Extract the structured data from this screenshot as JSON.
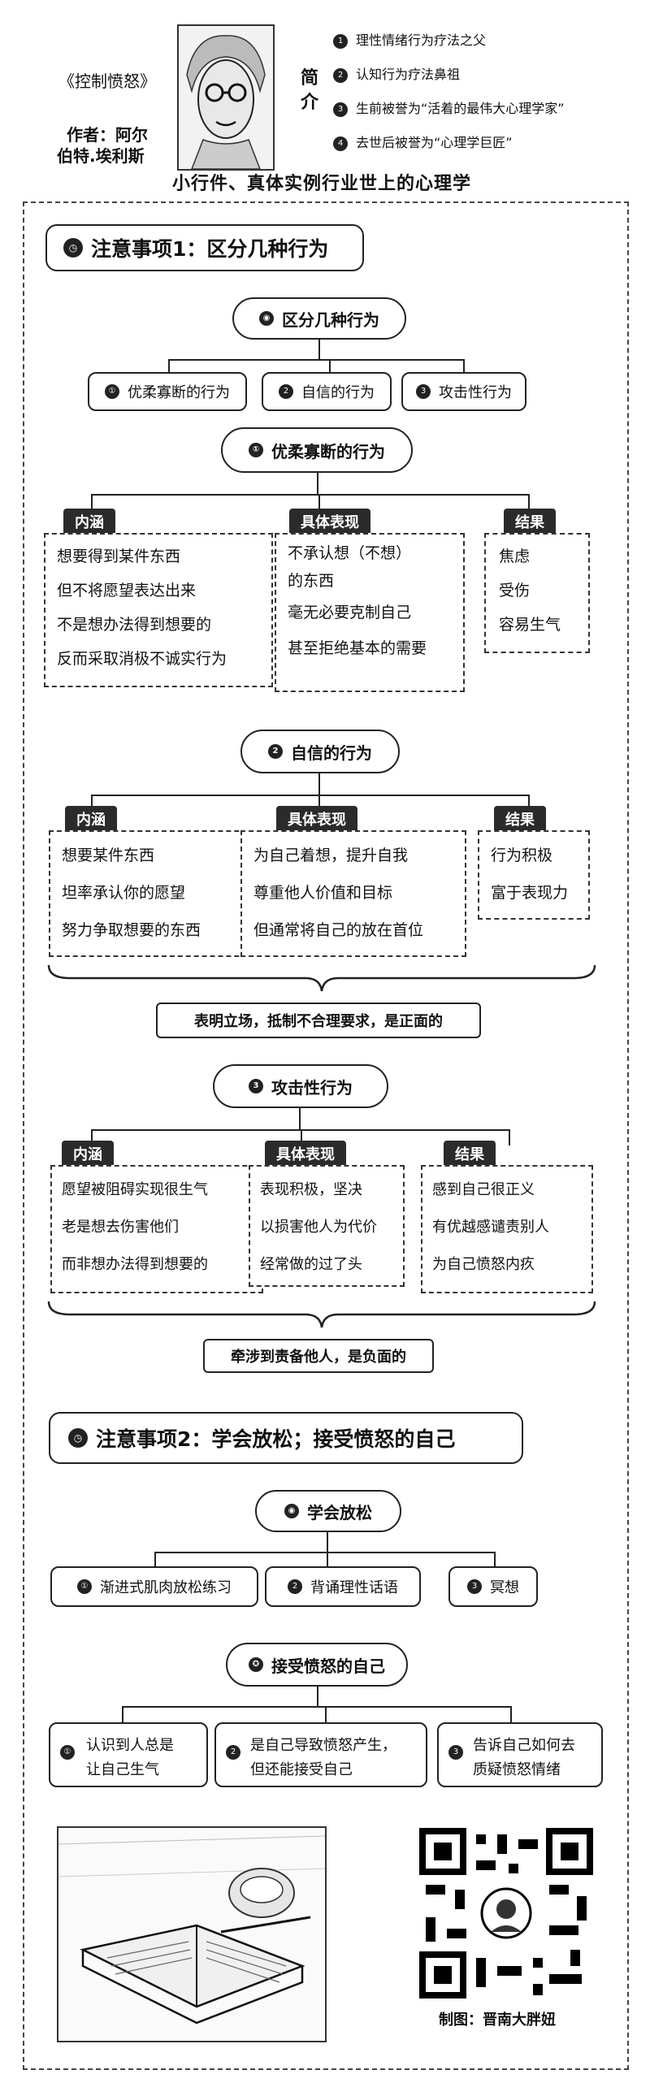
{
  "header": {
    "book_title": "《控制愤怒》",
    "author_line1": "作者：阿尔",
    "author_line2": "伯特.埃利斯",
    "intro_label": "简\n介",
    "intro_points": [
      {
        "num": "1",
        "text": "理性情绪行为疗法之父"
      },
      {
        "num": "2",
        "text": "认知行为疗法鼻祖"
      },
      {
        "num": "3",
        "text": "生前被誉为“活着的最伟大心理学家”"
      },
      {
        "num": "4",
        "text": "去世后被誉为“心理学巨匠”"
      }
    ],
    "subtitle": "小行件、真体实例行业世上的心理学"
  },
  "section1": {
    "title": "注意事项1：区分几种行为",
    "root_label": "区分几种行为",
    "categories": [
      {
        "num": "①",
        "label": "优柔寡断的行为"
      },
      {
        "num": "2",
        "label": "自信的行为"
      },
      {
        "num": "3",
        "label": "攻击性行为"
      }
    ],
    "behaviors": [
      {
        "num": "①",
        "title": "优柔寡断的行为",
        "cols": [
          {
            "tab": "内涵",
            "items": [
              "想要得到某件东西",
              "但不将愿望表达出来",
              "不是想办法得到想要的",
              "反而采取消极不诚实行为"
            ]
          },
          {
            "tab": "具体表现",
            "items": [
              "不承认想（不想）",
              "的东西",
              "毫无必要克制自己",
              "甚至拒绝基本的需要"
            ]
          },
          {
            "tab": "结果",
            "items": [
              "焦虑",
              "受伤",
              "容易生气"
            ]
          }
        ],
        "summary": ""
      },
      {
        "num": "2",
        "title": "自信的行为",
        "cols": [
          {
            "tab": "内涵",
            "items": [
              "想要某件东西",
              "坦率承认你的愿望",
              "努力争取想要的东西"
            ]
          },
          {
            "tab": "具体表现",
            "items": [
              "为自己着想，提升自我",
              "尊重他人价值和目标",
              "但通常将自己的放在首位"
            ]
          },
          {
            "tab": "结果",
            "items": [
              "行为积极",
              "富于表现力"
            ]
          }
        ],
        "summary": "表明立场，抵制不合理要求，是正面的"
      },
      {
        "num": "3",
        "title": "攻击性行为",
        "cols": [
          {
            "tab": "内涵",
            "items": [
              "愿望被阻碍实现很生气",
              "老是想去伤害他们",
              "而非想办法得到想要的"
            ]
          },
          {
            "tab": "具体表现",
            "items": [
              "表现积极，坚决",
              "以损害他人为代价",
              "经常做的过了头"
            ]
          },
          {
            "tab": "结果",
            "items": [
              "感到自己很正义",
              "有优越感谴责别人",
              "为自己愤怒内疚"
            ]
          }
        ],
        "summary": "牵涉到责备他人，是负面的"
      }
    ]
  },
  "section2": {
    "title": "注意事项2：学会放松；接受愤怒的自己",
    "relax_label": "学会放松",
    "relax_items": [
      {
        "num": "①",
        "label": "渐进式肌肉放松练习"
      },
      {
        "num": "2",
        "label": "背诵理性话语"
      },
      {
        "num": "3",
        "label": "冥想"
      }
    ],
    "accept_label": "接受愤怒的自己",
    "accept_items": [
      {
        "num": "①",
        "line1": "认识到人总是",
        "line2": "让自己生气"
      },
      {
        "num": "2",
        "line1": "是自己导致愤怒产生，",
        "line2": "但还能接受自己"
      },
      {
        "num": "3",
        "line1": "告诉自己如何去",
        "line2": "质疑愤怒情绪"
      }
    ]
  },
  "footer": {
    "credit": "制图：晋南大胖妞"
  }
}
